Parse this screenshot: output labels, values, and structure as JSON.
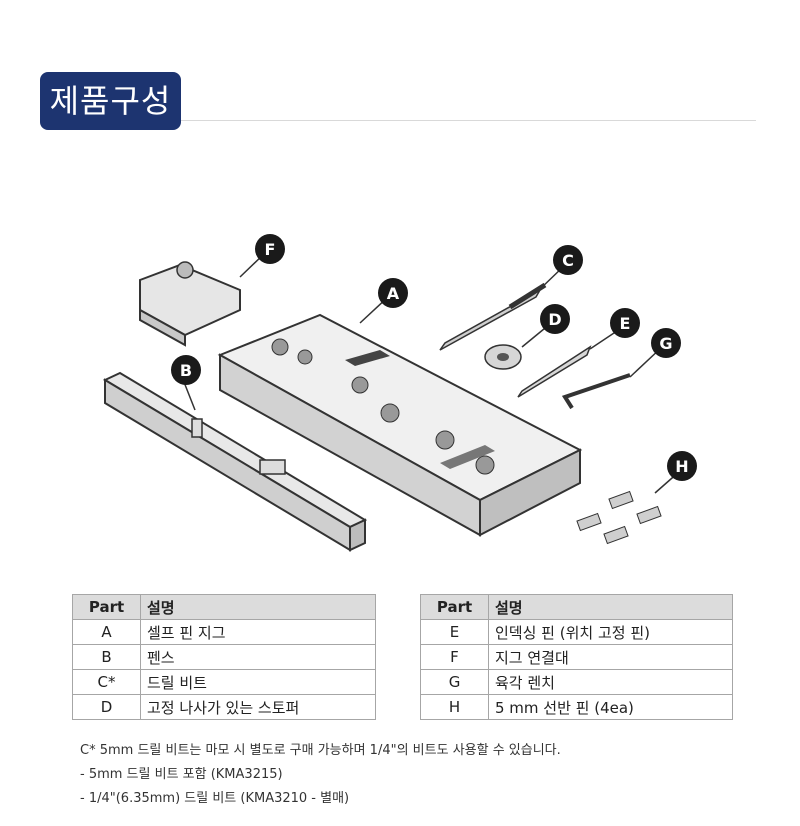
{
  "section_title": "제품구성",
  "callouts": [
    "A",
    "B",
    "C",
    "D",
    "E",
    "F",
    "G",
    "H"
  ],
  "parts_table_left": {
    "headers": [
      "Part",
      "설명"
    ],
    "rows": [
      {
        "part": "A",
        "desc": "셀프 핀 지그"
      },
      {
        "part": "B",
        "desc": "펜스"
      },
      {
        "part": "C*",
        "desc": "드릴 비트"
      },
      {
        "part": "D",
        "desc": "고정 나사가 있는 스토퍼"
      }
    ]
  },
  "parts_table_right": {
    "headers": [
      "Part",
      "설명"
    ],
    "rows": [
      {
        "part": "E",
        "desc": "인덱싱 핀 (위치 고정 핀)"
      },
      {
        "part": "F",
        "desc": "지그 연결대"
      },
      {
        "part": "G",
        "desc": "육각 렌치"
      },
      {
        "part": "H",
        "desc": "5 mm 선반 핀 (4ea)"
      }
    ]
  },
  "notes": [
    "C* 5mm 드릴 비트는 마모 시 별도로 구매 가능하며 1/4\"의 비트도 사용할 수 있습니다.",
    "- 5mm 드릴 비트 포함 (KMA3215)",
    "- 1/4\"(6.35mm) 드릴 비트 (KMA3210 - 별매)"
  ],
  "colors": {
    "title_bg": "#1d3470",
    "header_bg": "#dcdcdc",
    "callout_bg": "#1a1a1a"
  }
}
